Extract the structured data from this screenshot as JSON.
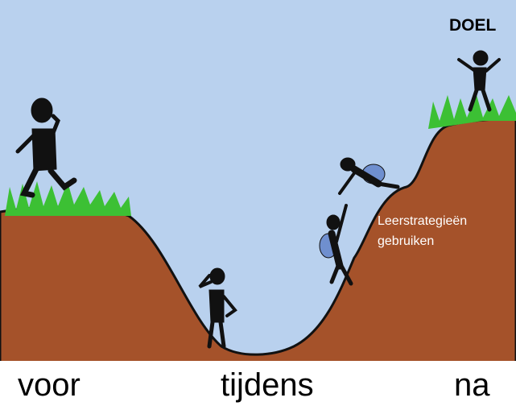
{
  "illustration": {
    "goal_label": "DOEL",
    "strategy_label": "Leerstrategieën gebruiken",
    "phases": [
      "voor",
      "tijdens",
      "na"
    ],
    "colors": {
      "sky": "#b9d1ee",
      "earth": "#a5522a",
      "grass": "#3cc034",
      "figure": "#111111",
      "backpack": "#6f8fcf",
      "bottom_strip": "#ffffff"
    },
    "figures": [
      "thinking-walker",
      "confused-figure-in-valley",
      "climber-bottom",
      "climber-top",
      "celebrating-figure-at-goal"
    ]
  }
}
